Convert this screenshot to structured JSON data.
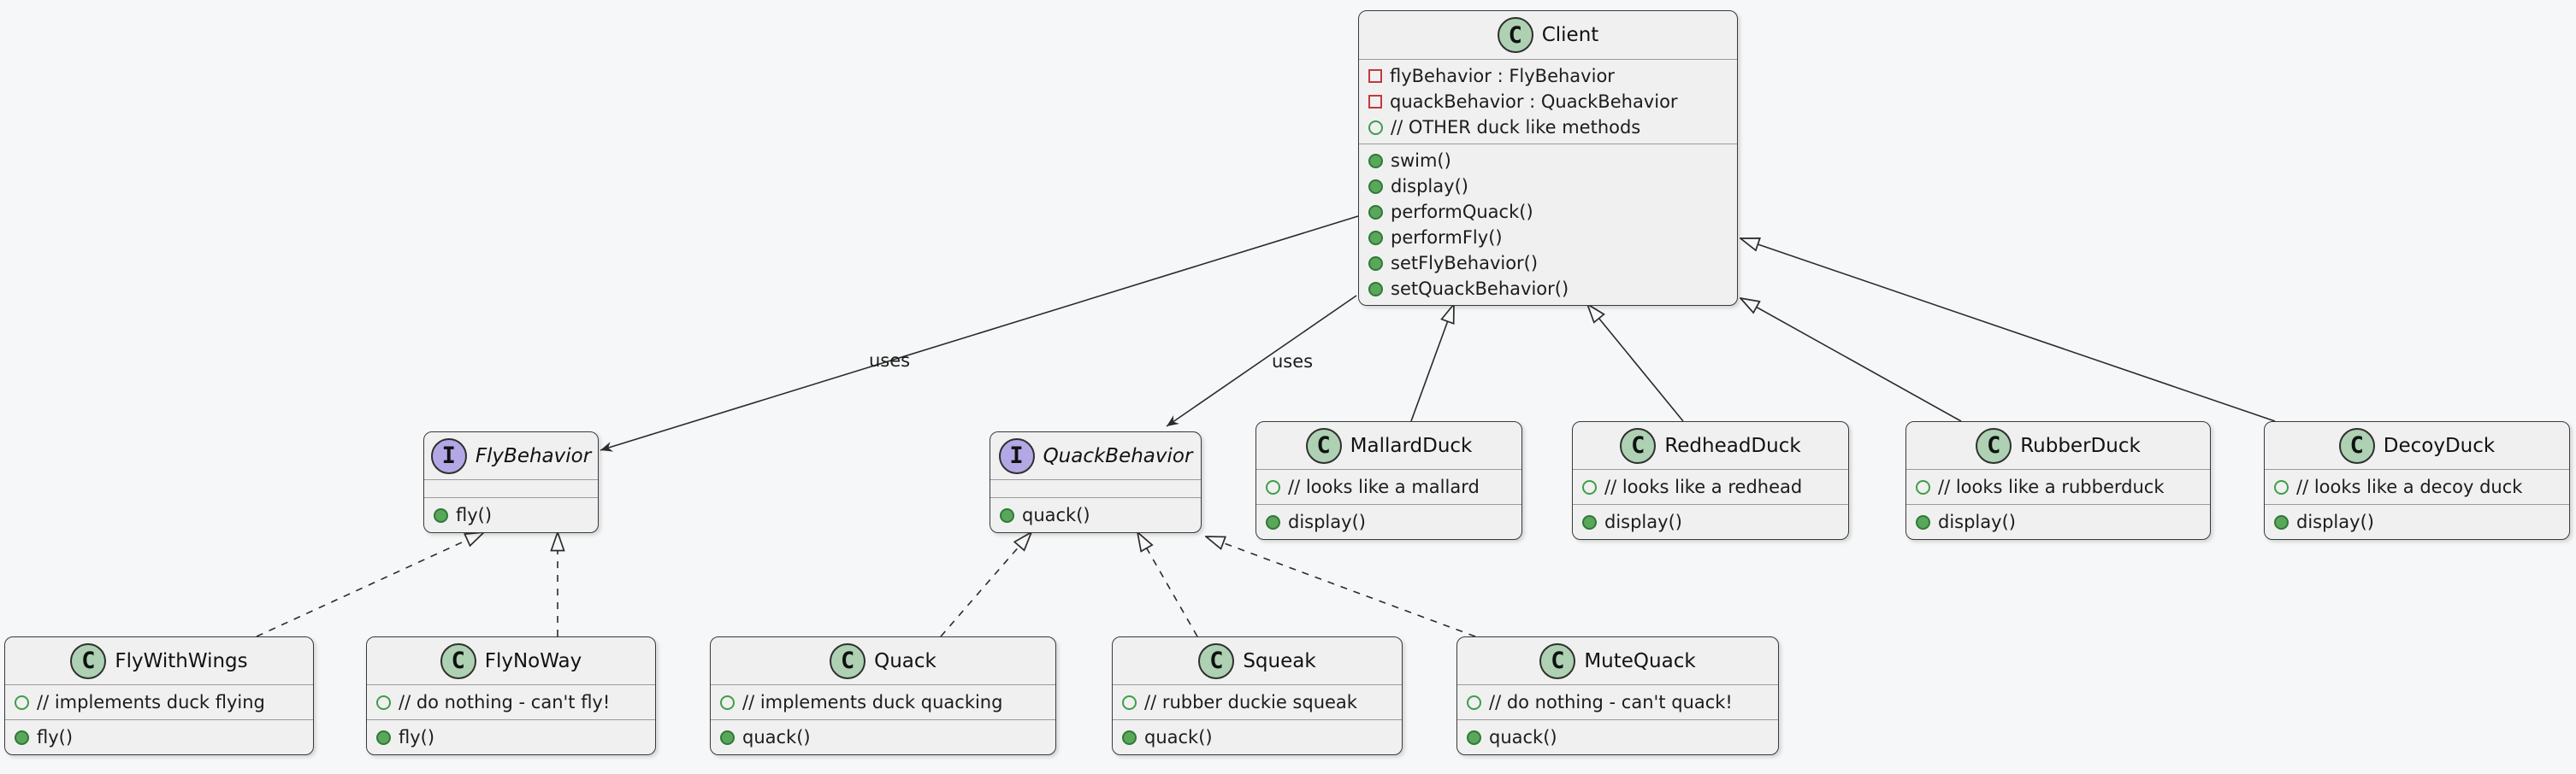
{
  "diagram_type": "uml-class-diagram",
  "labels": {
    "uses_left": "uses",
    "uses_right": "uses"
  },
  "icons": {
    "class_spot_letter": "C",
    "interface_spot_letter": "I"
  },
  "colors": {
    "background": "#f6f7f8",
    "box_fill": "#f0f0f1",
    "box_border": "#3a3a3a",
    "class_spot": "#add1b2",
    "interface_spot": "#b4a7e5",
    "private_field_icon": "#c2393b",
    "public_field_icon": "#3f9e47",
    "public_method_icon": "#5aa75c"
  },
  "classes": {
    "client": {
      "kind": "class",
      "name": "Client",
      "fields": [
        {
          "visibility": "private",
          "text": "flyBehavior : FlyBehavior"
        },
        {
          "visibility": "private",
          "text": "quackBehavior : QuackBehavior"
        },
        {
          "visibility": "public",
          "text": "// OTHER duck like methods"
        }
      ],
      "methods": [
        "swim()",
        "display()",
        "performQuack()",
        "performFly()",
        "setFlyBehavior()",
        "setQuackBehavior()"
      ]
    },
    "flybehavior": {
      "kind": "interface",
      "name": "FlyBehavior",
      "fields": [],
      "methods": [
        "fly()"
      ]
    },
    "quackbehavior": {
      "kind": "interface",
      "name": "QuackBehavior",
      "fields": [],
      "methods": [
        "quack()"
      ]
    },
    "mallardduck": {
      "kind": "class",
      "name": "MallardDuck",
      "fields": [
        {
          "visibility": "public",
          "text": "// looks like a mallard"
        }
      ],
      "methods": [
        "display()"
      ]
    },
    "redheadduck": {
      "kind": "class",
      "name": "RedheadDuck",
      "fields": [
        {
          "visibility": "public",
          "text": "// looks like a redhead"
        }
      ],
      "methods": [
        "display()"
      ]
    },
    "rubberduck": {
      "kind": "class",
      "name": "RubberDuck",
      "fields": [
        {
          "visibility": "public",
          "text": "// looks like a rubberduck"
        }
      ],
      "methods": [
        "display()"
      ]
    },
    "decoyduck": {
      "kind": "class",
      "name": "DecoyDuck",
      "fields": [
        {
          "visibility": "public",
          "text": "// looks like a decoy duck"
        }
      ],
      "methods": [
        "display()"
      ]
    },
    "flywithwings": {
      "kind": "class",
      "name": "FlyWithWings",
      "fields": [
        {
          "visibility": "public",
          "text": "// implements duck flying"
        }
      ],
      "methods": [
        "fly()"
      ]
    },
    "flynoway": {
      "kind": "class",
      "name": "FlyNoWay",
      "fields": [
        {
          "visibility": "public",
          "text": "// do nothing - can't fly!"
        }
      ],
      "methods": [
        "fly()"
      ]
    },
    "quack": {
      "kind": "class",
      "name": "Quack",
      "fields": [
        {
          "visibility": "public",
          "text": "// implements duck quacking"
        }
      ],
      "methods": [
        "quack()"
      ]
    },
    "squeak": {
      "kind": "class",
      "name": "Squeak",
      "fields": [
        {
          "visibility": "public",
          "text": "// rubber duckie squeak"
        }
      ],
      "methods": [
        "quack()"
      ]
    },
    "mutequack": {
      "kind": "class",
      "name": "MuteQuack",
      "fields": [
        {
          "visibility": "public",
          "text": "// do nothing - can't quack!"
        }
      ],
      "methods": [
        "quack()"
      ]
    }
  },
  "relations": [
    {
      "from": "Client",
      "to": "FlyBehavior",
      "type": "uses-arrow",
      "label": "uses"
    },
    {
      "from": "Client",
      "to": "QuackBehavior",
      "type": "uses-arrow",
      "label": "uses"
    },
    {
      "from": "MallardDuck",
      "to": "Client",
      "type": "extends"
    },
    {
      "from": "RedheadDuck",
      "to": "Client",
      "type": "extends"
    },
    {
      "from": "RubberDuck",
      "to": "Client",
      "type": "extends"
    },
    {
      "from": "DecoyDuck",
      "to": "Client",
      "type": "extends"
    },
    {
      "from": "FlyWithWings",
      "to": "FlyBehavior",
      "type": "implements"
    },
    {
      "from": "FlyNoWay",
      "to": "FlyBehavior",
      "type": "implements"
    },
    {
      "from": "Quack",
      "to": "QuackBehavior",
      "type": "implements"
    },
    {
      "from": "Squeak",
      "to": "QuackBehavior",
      "type": "implements"
    },
    {
      "from": "MuteQuack",
      "to": "QuackBehavior",
      "type": "implements"
    }
  ]
}
